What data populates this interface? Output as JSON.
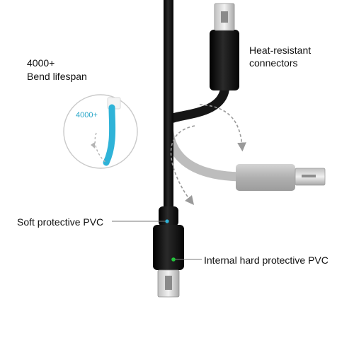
{
  "labels": {
    "bend_count": "4000+",
    "bend_text": "Bend lifespan",
    "heat_line1": "Heat-resistant",
    "heat_line2": "connectors",
    "soft_pvc": "Soft protective PVC",
    "internal_pvc": "Internal hard protective PVC"
  },
  "bubble": {
    "count": "4000+"
  },
  "colors": {
    "cable": "#141414",
    "cable_light": "#c8c8c8",
    "accent_blue": "#2fb3d8",
    "accent_green": "#22c33a",
    "arrow": "#9a9a9a"
  },
  "icons": [
    "micro-usb-connector",
    "curved-arrow",
    "bend-indicator"
  ]
}
